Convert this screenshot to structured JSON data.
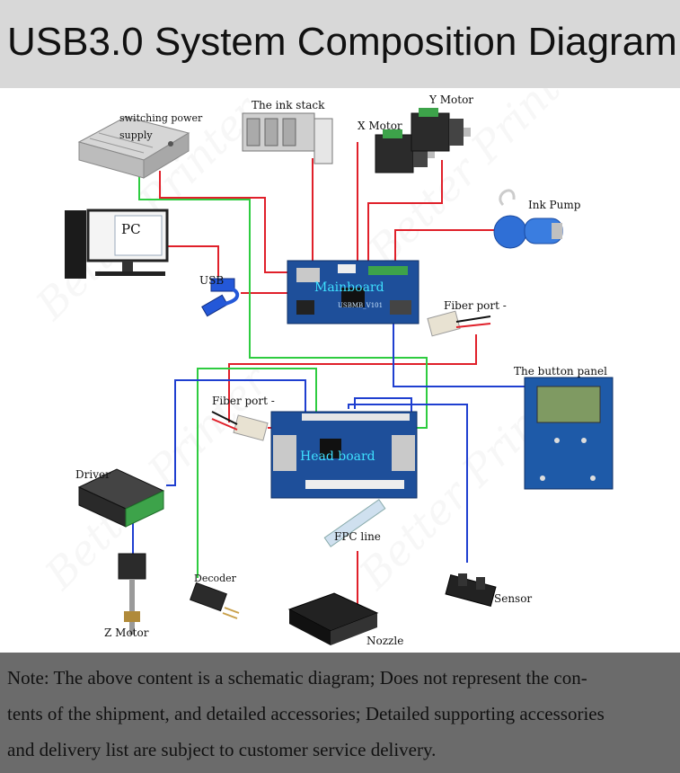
{
  "title": "USB3.0 System Composition Diagram",
  "labels": {
    "switching_power": "switching power",
    "supply": "supply",
    "ink_stack": "The ink stack",
    "x_motor": "X Motor",
    "y_motor": "Y Motor",
    "ink_pump": "Ink Pump",
    "pc": "PC",
    "usb": "USB",
    "mainboard": "Mainboard",
    "mainboard_code": "USBMB_V101",
    "fiber_port_top": "Fiber port -",
    "button_panel": "The button panel",
    "fiber_port_left": "Fiber port -",
    "head_board": "Head board",
    "driver": "Driver",
    "fpc_line": "FPC line",
    "decoder": "Decoder",
    "sensor": "Sensor",
    "z_motor": "Z Motor",
    "nozzle": "Nozzle",
    "watermark": "Better Printer"
  },
  "colors": {
    "red_wire": "#e0202a",
    "green_wire": "#2ecc40",
    "blue_wire": "#1f3fd0",
    "board_blue": "#1e4f9a",
    "board_text": "#3fe0ff"
  },
  "note": {
    "line1": "Note: The above content is a schematic diagram; Does not represent the con-",
    "line2": "tents of the shipment, and detailed accessories; Detailed supporting accessories",
    "line3": "and delivery list are subject to customer service delivery."
  }
}
